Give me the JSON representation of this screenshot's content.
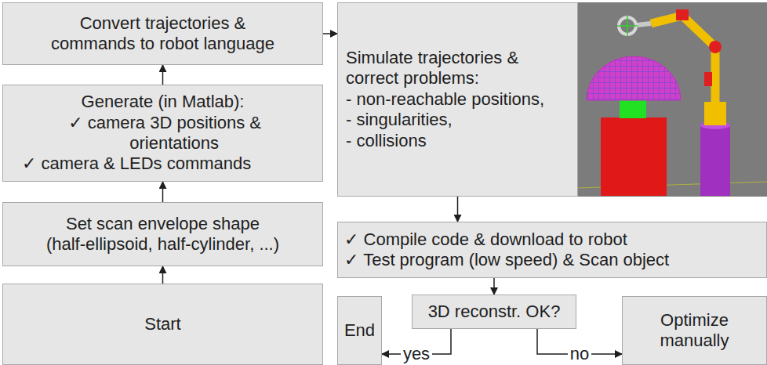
{
  "diagram": {
    "nodes": [
      {
        "text": [
          "Convert trajectories & commands to robot language"
        ]
      },
      {
        "text": [
          "Simulate trajectories & correct problems:",
          "- non-reachable positions,",
          "- singularities,",
          "- collisions"
        ]
      },
      {
        "text": [
          "Generate (in Matlab):",
          "✓ camera 3D positions & orientations",
          "✓ camera & LEDs commands"
        ]
      },
      {
        "text": [
          "Set scan envelope shape",
          "(half-ellipsoid, half-cylinder, ...)"
        ]
      },
      {
        "text": [
          "✓ Compile code & download to robot",
          "✓ Test program (low speed) & Scan object"
        ]
      },
      {
        "text": [
          "End"
        ]
      },
      {
        "text": [
          "3D reconstr. OK?"
        ]
      },
      {
        "text": [
          "Optimize manually"
        ]
      },
      {
        "text": [
          "Start"
        ]
      }
    ],
    "edges": [
      {
        "from": 8,
        "to": 3,
        "arrow": "to"
      },
      {
        "from": 3,
        "to": 2,
        "arrow": "to"
      },
      {
        "from": 2,
        "to": 0,
        "arrow": "to"
      },
      {
        "from": 0,
        "to": 1,
        "arrow": "to"
      },
      {
        "from": 1,
        "to": 4,
        "arrow": "to"
      },
      {
        "from": 4,
        "to": 6,
        "arrow": "to"
      },
      {
        "from": 6,
        "to": 5,
        "label": "yes",
        "arrow": "to"
      },
      {
        "from": 6,
        "to": 7,
        "label": "no",
        "arrow": "to"
      }
    ]
  }
}
